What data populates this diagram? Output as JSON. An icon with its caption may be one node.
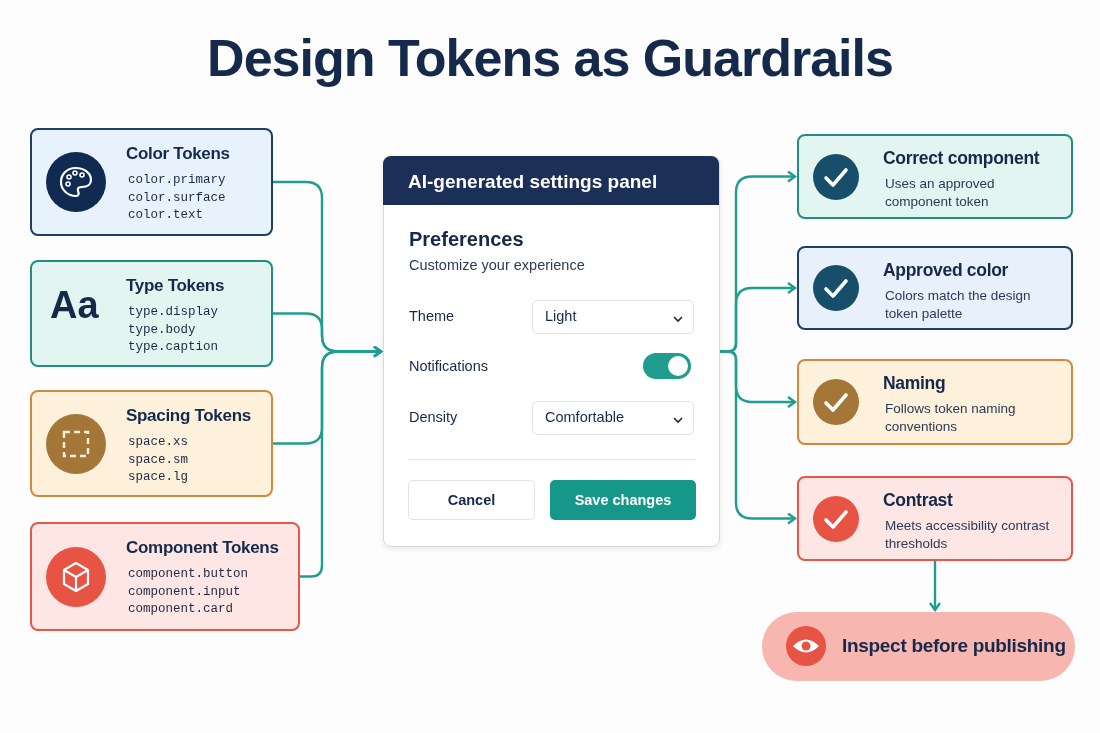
{
  "diagram": {
    "title": "Design Tokens as Guardrails",
    "nodes": [
      {
        "text": [
          "Color Tokens",
          "color.primary",
          "color.surface",
          "color.text"
        ]
      },
      {
        "text": [
          "Aa",
          "Type Tokens",
          "type.display",
          "type.body",
          "type.caption"
        ]
      },
      {
        "text": [
          "Spacing Tokens",
          "space.xs",
          "space.sm",
          "space.lg"
        ]
      },
      {
        "text": [
          "Component Tokens",
          "component.button",
          "component.input",
          "component.card"
        ]
      },
      {
        "text": [
          "AI-generated settings panel",
          "Preferences",
          "Customize your experience",
          "Theme",
          "Notifications",
          "Density"
        ]
      },
      {
        "text": [
          "Light"
        ],
        "in": 4
      },
      {
        "text": [
          "Comfortable"
        ],
        "in": 4
      },
      {
        "text": [
          "Cancel"
        ],
        "in": 4
      },
      {
        "text": [
          "Save changes"
        ],
        "in": 4
      },
      {
        "text": [
          "Correct component",
          "Uses an approved component token"
        ]
      },
      {
        "text": [
          "Approved color",
          "Colors match the design token palette"
        ]
      },
      {
        "text": [
          "Naming",
          "Follows token naming conventions"
        ]
      },
      {
        "text": [
          "Contrast",
          "Meets accessibility contrast thresholds"
        ]
      },
      {
        "text": [
          "Inspect before publishing"
        ]
      }
    ],
    "edges": [
      {
        "from": 0,
        "to": 4,
        "arrow": "to"
      },
      {
        "from": 1,
        "to": 4,
        "arrow": "to"
      },
      {
        "from": 2,
        "to": 4,
        "arrow": "to"
      },
      {
        "from": 3,
        "to": 4,
        "arrow": "to"
      },
      {
        "from": 4,
        "to": 9,
        "arrow": "to"
      },
      {
        "from": 4,
        "to": 10,
        "arrow": "to"
      },
      {
        "from": 4,
        "to": 11,
        "arrow": "to"
      },
      {
        "from": 4,
        "to": 12,
        "arrow": "to"
      },
      {
        "from": 12,
        "to": 13,
        "arrow": "to"
      }
    ]
  }
}
